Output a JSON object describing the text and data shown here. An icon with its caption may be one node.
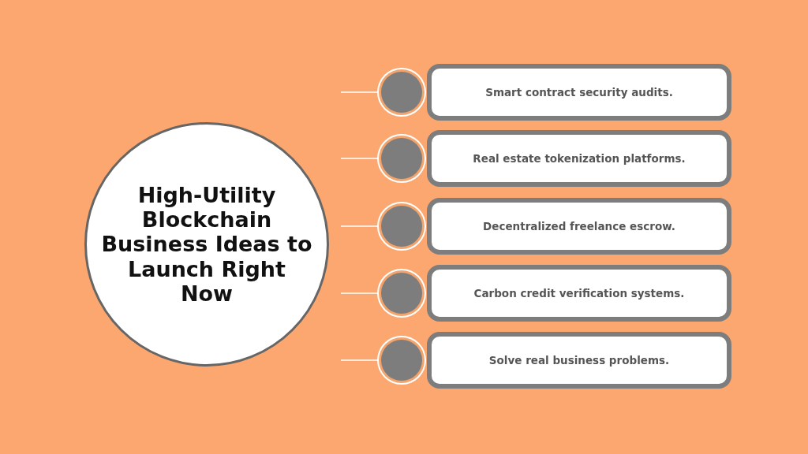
{
  "diagram": {
    "nodes": [
      {
        "text": [
          "High-Utility Blockchain Business Ideas to Launch Right Now"
        ]
      },
      {
        "text": [],
        "shape": "circle"
      },
      {
        "text": [
          "Smart contract security audits."
        ]
      },
      {
        "text": [],
        "shape": "circle"
      },
      {
        "text": [
          "Real estate tokenization platforms."
        ]
      },
      {
        "text": [],
        "shape": "circle"
      },
      {
        "text": [
          "Decentralized freelance escrow."
        ]
      },
      {
        "text": [],
        "shape": "circle"
      },
      {
        "text": [
          "Carbon credit verification systems."
        ]
      },
      {
        "text": [],
        "shape": "circle"
      },
      {
        "text": [
          "Solve real business problems."
        ]
      }
    ],
    "edges": [
      {
        "from": null,
        "to": 1,
        "arrow": "none"
      },
      {
        "from": null,
        "to": 3,
        "arrow": "none"
      },
      {
        "from": null,
        "to": 5,
        "arrow": "none"
      },
      {
        "from": null,
        "to": 7,
        "arrow": "none"
      },
      {
        "from": null,
        "to": 9,
        "arrow": "none"
      }
    ]
  }
}
